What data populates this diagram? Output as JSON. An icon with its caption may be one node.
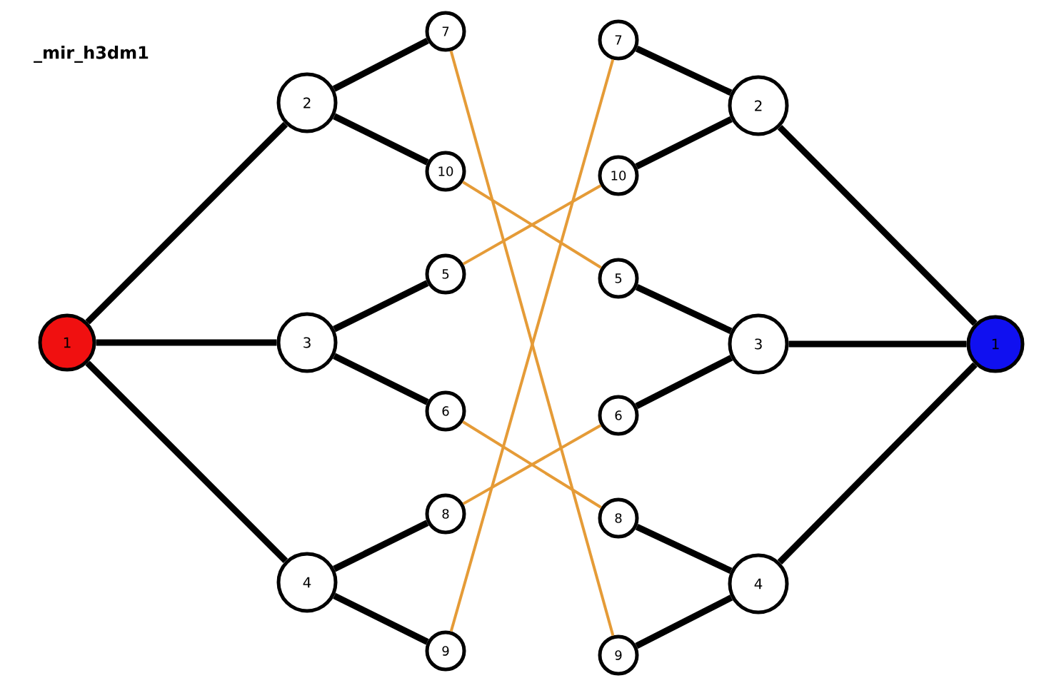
{
  "diagram": {
    "title": "_mir_h3dm1",
    "nodes": [
      {
        "text": [
          "1"
        ]
      },
      {
        "text": [
          "2"
        ]
      },
      {
        "text": [
          "3"
        ]
      },
      {
        "text": [
          "4"
        ]
      },
      {
        "text": [
          "7"
        ]
      },
      {
        "text": [
          "10"
        ]
      },
      {
        "text": [
          "5"
        ]
      },
      {
        "text": [
          "6"
        ]
      },
      {
        "text": [
          "8"
        ]
      },
      {
        "text": [
          "9"
        ]
      },
      {
        "text": [
          "7"
        ]
      },
      {
        "text": [
          "10"
        ]
      },
      {
        "text": [
          "5"
        ]
      },
      {
        "text": [
          "6"
        ]
      },
      {
        "text": [
          "8"
        ]
      },
      {
        "text": [
          "9"
        ]
      },
      {
        "text": [
          "2"
        ]
      },
      {
        "text": [
          "3"
        ]
      },
      {
        "text": [
          "4"
        ]
      },
      {
        "text": [
          "1"
        ]
      }
    ],
    "edges": [
      {
        "from": 0,
        "to": 1,
        "arrow": "none"
      },
      {
        "from": 0,
        "to": 2,
        "arrow": "none"
      },
      {
        "from": 0,
        "to": 3,
        "arrow": "none"
      },
      {
        "from": 1,
        "to": 4,
        "arrow": "none"
      },
      {
        "from": 1,
        "to": 5,
        "arrow": "none"
      },
      {
        "from": 2,
        "to": 6,
        "arrow": "none"
      },
      {
        "from": 2,
        "to": 7,
        "arrow": "none"
      },
      {
        "from": 3,
        "to": 8,
        "arrow": "none"
      },
      {
        "from": 3,
        "to": 9,
        "arrow": "none"
      },
      {
        "from": 4,
        "to": 15,
        "arrow": "none",
        "color": "#f0892a"
      },
      {
        "from": 5,
        "to": 12,
        "arrow": "none",
        "color": "#f0892a"
      },
      {
        "from": 6,
        "to": 11,
        "arrow": "none",
        "color": "#f0892a"
      },
      {
        "from": 7,
        "to": 14,
        "arrow": "none",
        "color": "#f0892a"
      },
      {
        "from": 8,
        "to": 13,
        "arrow": "none",
        "color": "#f0892a"
      },
      {
        "from": 9,
        "to": 10,
        "arrow": "none",
        "color": "#f0892a"
      },
      {
        "from": 16,
        "to": 10,
        "arrow": "none"
      },
      {
        "from": 16,
        "to": 11,
        "arrow": "none"
      },
      {
        "from": 17,
        "to": 12,
        "arrow": "none"
      },
      {
        "from": 17,
        "to": 13,
        "arrow": "none"
      },
      {
        "from": 18,
        "to": 14,
        "arrow": "none"
      },
      {
        "from": 18,
        "to": 15,
        "arrow": "none"
      },
      {
        "from": 19,
        "to": 16,
        "arrow": "none"
      },
      {
        "from": 19,
        "to": 17,
        "arrow": "none"
      },
      {
        "from": 19,
        "to": 18,
        "arrow": "none"
      }
    ]
  }
}
